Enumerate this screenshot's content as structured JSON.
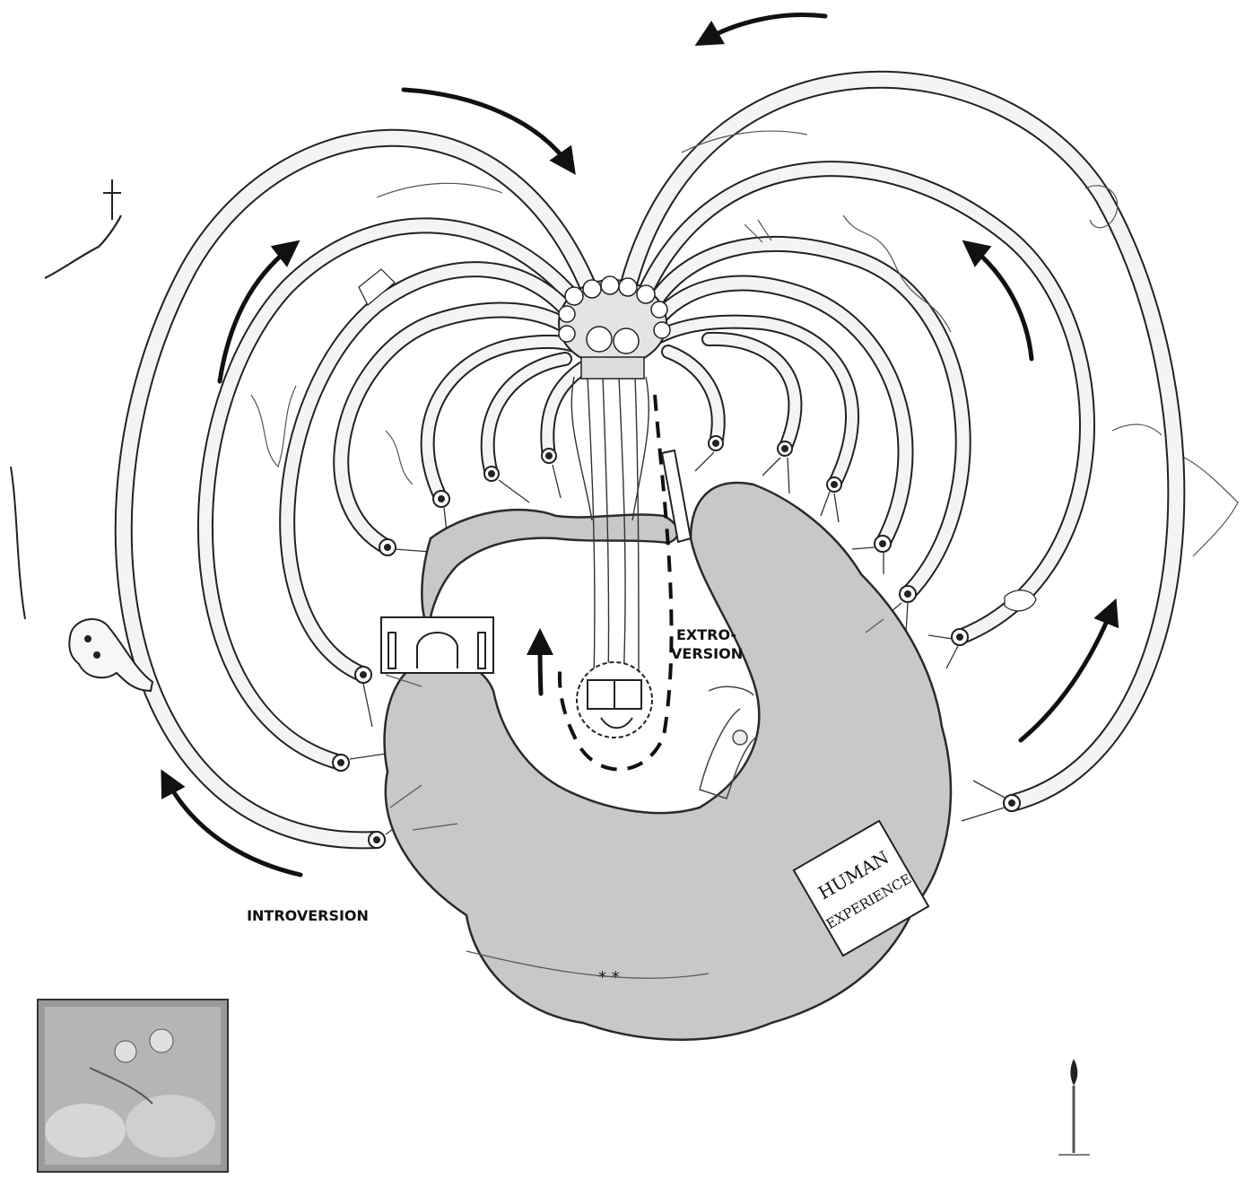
{
  "labels": {
    "introversion": "INTROVERSION",
    "extroversion_line1": "EXTRO-",
    "extroversion_line2": "VERSION",
    "banner_line1": "HUMAN",
    "banner_line2": "EXPERIENCE"
  },
  "colors": {
    "ink": "#111111",
    "tube_fill": "#f4f4f4",
    "cloud_fill": "#c8c8c8",
    "cloud_outline": "#2a2a2a",
    "paper": "#ffffff",
    "engraving_bg": "#9a9a9a"
  }
}
